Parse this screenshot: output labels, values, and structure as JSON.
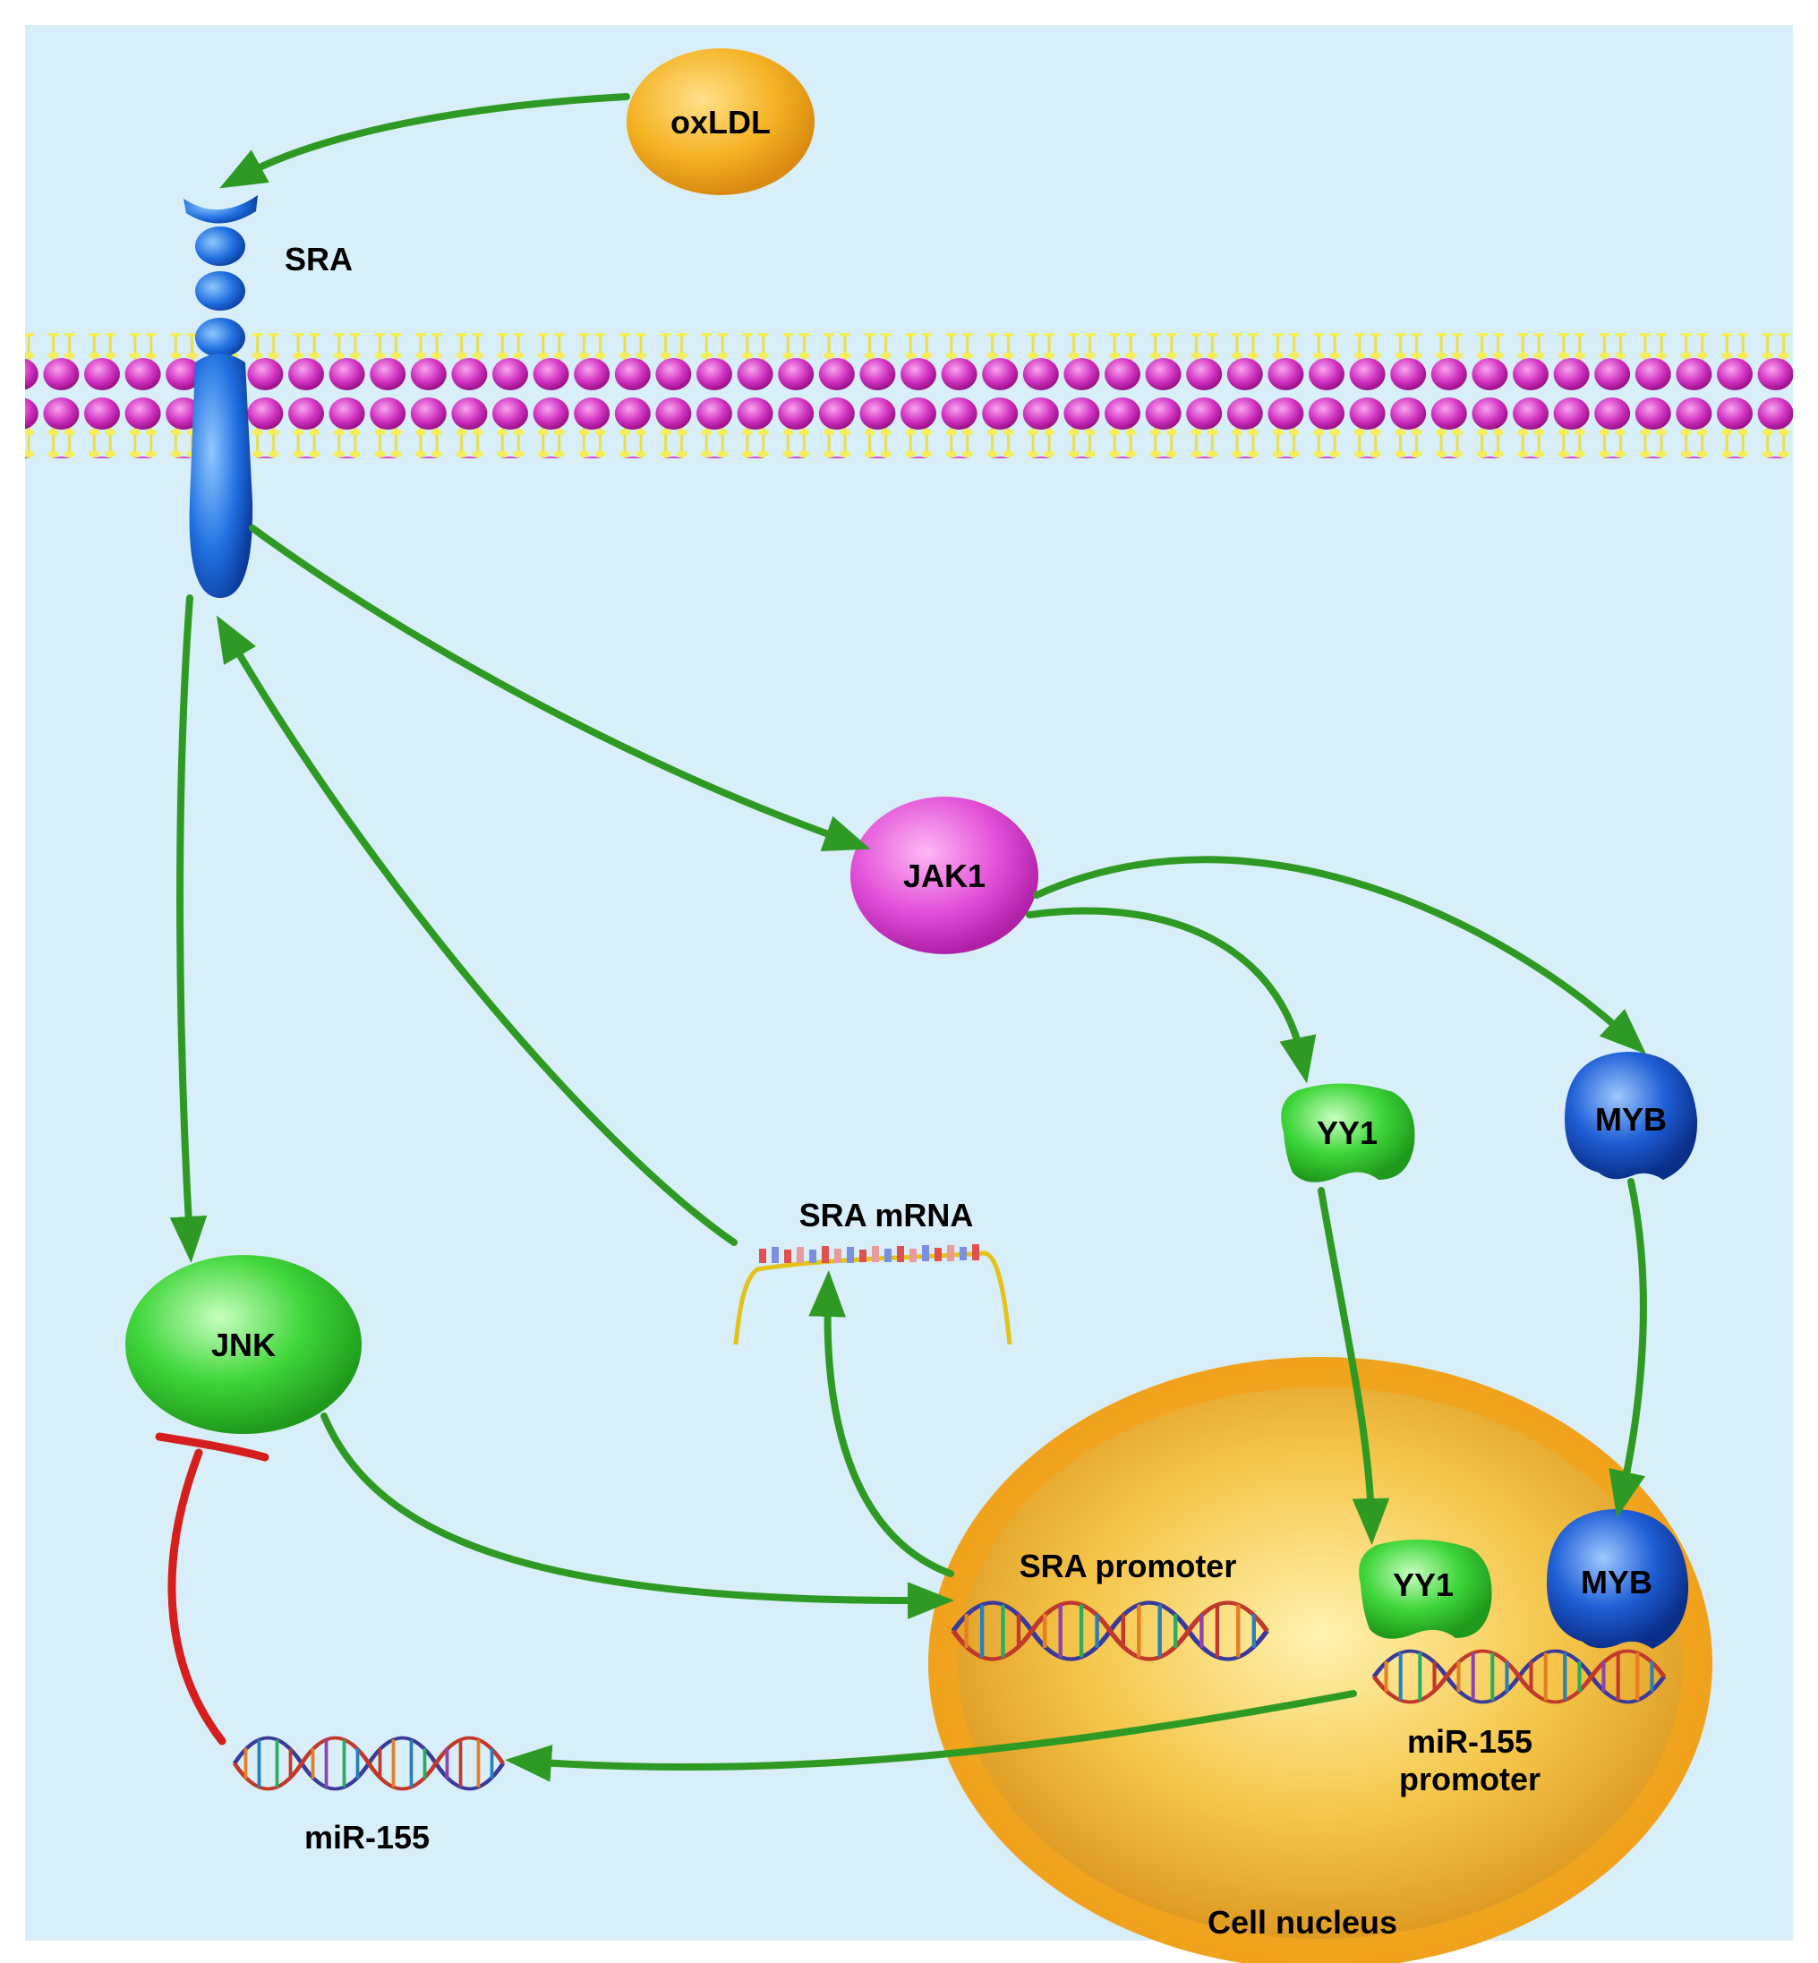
{
  "nodes": {
    "oxldl": "oxLDL",
    "sra_receptor": "SRA",
    "jak1": "JAK1",
    "yy1_cyto": "YY1",
    "myb_cyto": "MYB",
    "jnk": "JNK",
    "sra_mrna": "SRA mRNA",
    "sra_promoter": "SRA promoter",
    "yy1_nuc": "YY1",
    "myb_nuc": "MYB",
    "mir155_promoter_line1": "miR-155",
    "mir155_promoter_line2": "promoter",
    "mir155": "miR-155",
    "cell_nucleus": "Cell nucleus"
  },
  "colors": {
    "background": "#d8eef8",
    "activation_arrow": "#2e9a23",
    "inhibition": "#d61e1e",
    "oxldl": "#f5b324",
    "jak1": "#e24fd8",
    "yy1": "#3fd63a",
    "myb": "#1f5fd6",
    "jnk": "#3fd63a",
    "nucleus": "#f4ae24",
    "membrane_head": "#c51fae",
    "membrane_tail": "#f2e84a",
    "receptor": "#1f6fe0"
  },
  "edges": [
    {
      "from": "oxLDL",
      "to": "SRA",
      "type": "activation"
    },
    {
      "from": "SRA",
      "to": "JAK1",
      "type": "activation"
    },
    {
      "from": "SRA",
      "to": "JNK",
      "type": "activation"
    },
    {
      "from": "JAK1",
      "to": "YY1",
      "type": "activation"
    },
    {
      "from": "JAK1",
      "to": "MYB",
      "type": "activation"
    },
    {
      "from": "YY1",
      "to": "miR-155 promoter",
      "type": "activation"
    },
    {
      "from": "MYB",
      "to": "miR-155 promoter",
      "type": "activation"
    },
    {
      "from": "JNK",
      "to": "SRA promoter",
      "type": "activation"
    },
    {
      "from": "SRA promoter",
      "to": "SRA mRNA",
      "type": "activation"
    },
    {
      "from": "SRA mRNA",
      "to": "SRA",
      "type": "activation"
    },
    {
      "from": "miR-155 promoter",
      "to": "miR-155",
      "type": "activation"
    },
    {
      "from": "miR-155",
      "to": "JNK",
      "type": "inhibition"
    }
  ]
}
